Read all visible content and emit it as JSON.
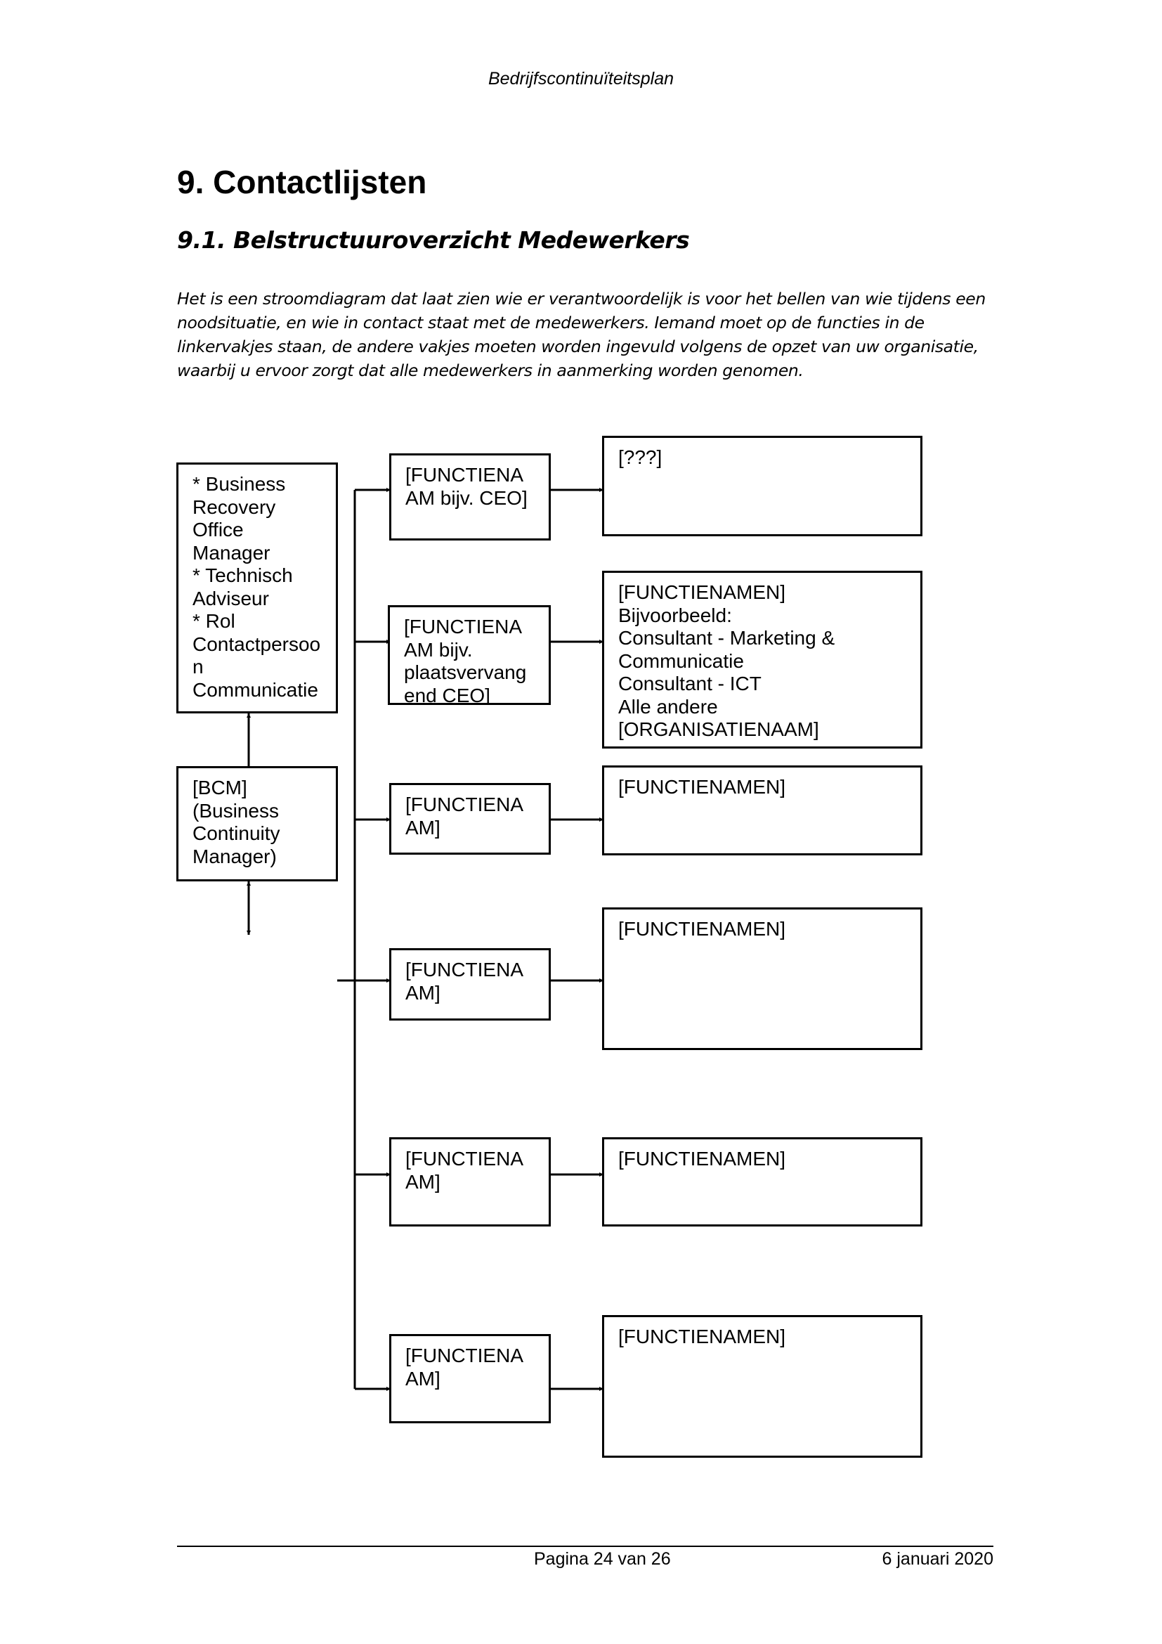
{
  "header": {
    "running_title": "Bedrijfscontinuïteitsplan"
  },
  "section": {
    "heading": "9. Contactlijsten",
    "subheading": "9.1. Belstructuuroverzicht Medewerkers",
    "intro": "Het is een stroomdiagram dat laat zien wie er verantwoordelijk is voor het bellen van wie tijdens een noodsituatie, en wie in contact staat met de medewerkers. Iemand moet op de functies in de linkervakjes staan, de andere vakjes moeten worden ingevuld volgens de opzet van uw organisatie, waarbij u ervoor zorgt dat alle medewerkers in aanmerking worden genomen."
  },
  "diagram": {
    "roles_box": "* Business\nRecovery\nOffice\nManager\n* Technisch\nAdviseur\n* Rol\nContactpersoo\nn\nCommunicatie",
    "bcm_box": "[BCM]\n(Business\nContinuity\nManager)",
    "middle": [
      "[FUNCTIENA\nAM bijv. CEO]",
      "[FUNCTIENA\nAM bijv.\nplaatsvervang\nend CEO]",
      "[FUNCTIENA\nAM]",
      "[FUNCTIENA\nAM]",
      "[FUNCTIENA\nAM]",
      "[FUNCTIENA\nAM]"
    ],
    "right": [
      "[???]",
      "[FUNCTIENAMEN]\nBijvoorbeeld:\nConsultant - Marketing &\nCommunicatie\nConsultant - ICT\nAlle andere\n[ORGANISATIENAAM]",
      "[FUNCTIENAMEN]",
      "[FUNCTIENAMEN]",
      "[FUNCTIENAMEN]",
      "[FUNCTIENAMEN]"
    ]
  },
  "footer": {
    "page": "Pagina 24 van 26",
    "date": "6 januari 2020"
  }
}
